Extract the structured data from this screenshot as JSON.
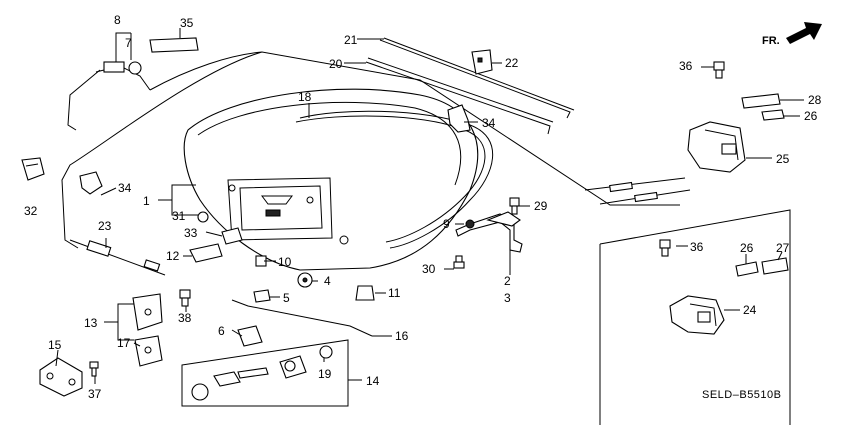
{
  "diagram": {
    "code": "SELD–B5510B",
    "direction_label": "FR.",
    "callouts": {
      "c1": "1",
      "c2": "2",
      "c3": "3",
      "c4": "4",
      "c5": "5",
      "c6": "6",
      "c7": "7",
      "c8": "8",
      "c9": "9",
      "c10": "10",
      "c11": "11",
      "c12": "12",
      "c13": "13",
      "c14": "14",
      "c15": "15",
      "c16": "16",
      "c17": "17",
      "c18": "18",
      "c19": "19",
      "c20": "20",
      "c21": "21",
      "c22": "22",
      "c23": "23",
      "c24": "24",
      "c25": "25",
      "c26a": "26",
      "c26b": "26",
      "c27": "27",
      "c28": "28",
      "c29": "29",
      "c30": "30",
      "c31": "31",
      "c32": "32",
      "c33": "33",
      "c34a": "34",
      "c34b": "34",
      "c35": "35",
      "c36a": "36",
      "c36b": "36",
      "c37": "37",
      "c38": "38"
    }
  }
}
